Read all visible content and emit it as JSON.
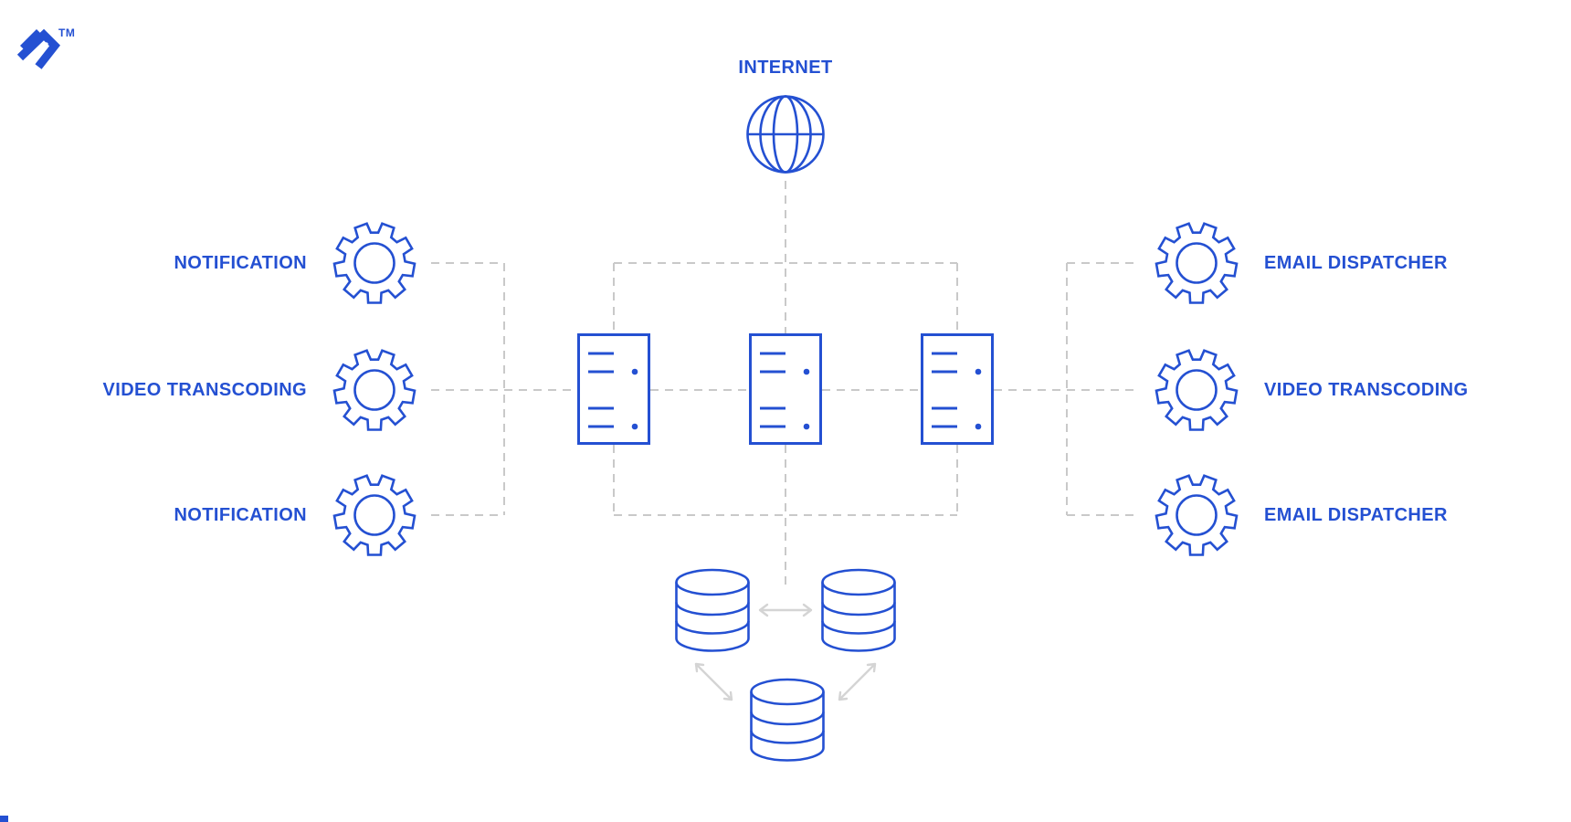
{
  "brand": {
    "logo_icon": "toptal-logo-icon",
    "trademark": "TM"
  },
  "diagram": {
    "internet": {
      "label": "INTERNET",
      "icon": "globe-icon"
    },
    "left_services": [
      {
        "label": "NOTIFICATION",
        "icon": "gear-icon"
      },
      {
        "label": "VIDEO TRANSCODING",
        "icon": "gear-icon"
      },
      {
        "label": "NOTIFICATION",
        "icon": "gear-icon"
      }
    ],
    "right_services": [
      {
        "label": "EMAIL DISPATCHER",
        "icon": "gear-icon"
      },
      {
        "label": "VIDEO TRANSCODING",
        "icon": "gear-icon"
      },
      {
        "label": "EMAIL DISPATCHER",
        "icon": "gear-icon"
      }
    ],
    "app_servers": [
      {
        "icon": "server-icon"
      },
      {
        "icon": "server-icon"
      },
      {
        "icon": "server-icon"
      }
    ],
    "databases": [
      {
        "icon": "database-icon"
      },
      {
        "icon": "database-icon"
      },
      {
        "icon": "database-icon"
      }
    ],
    "connections": {
      "style": "dashed",
      "replication_arrows": 3
    },
    "colors": {
      "accent_blue": "#2450D2",
      "dash_gray": "#C9C9C9",
      "arrow_gray": "#D4D4D4",
      "background": "#FFFFFF"
    }
  }
}
